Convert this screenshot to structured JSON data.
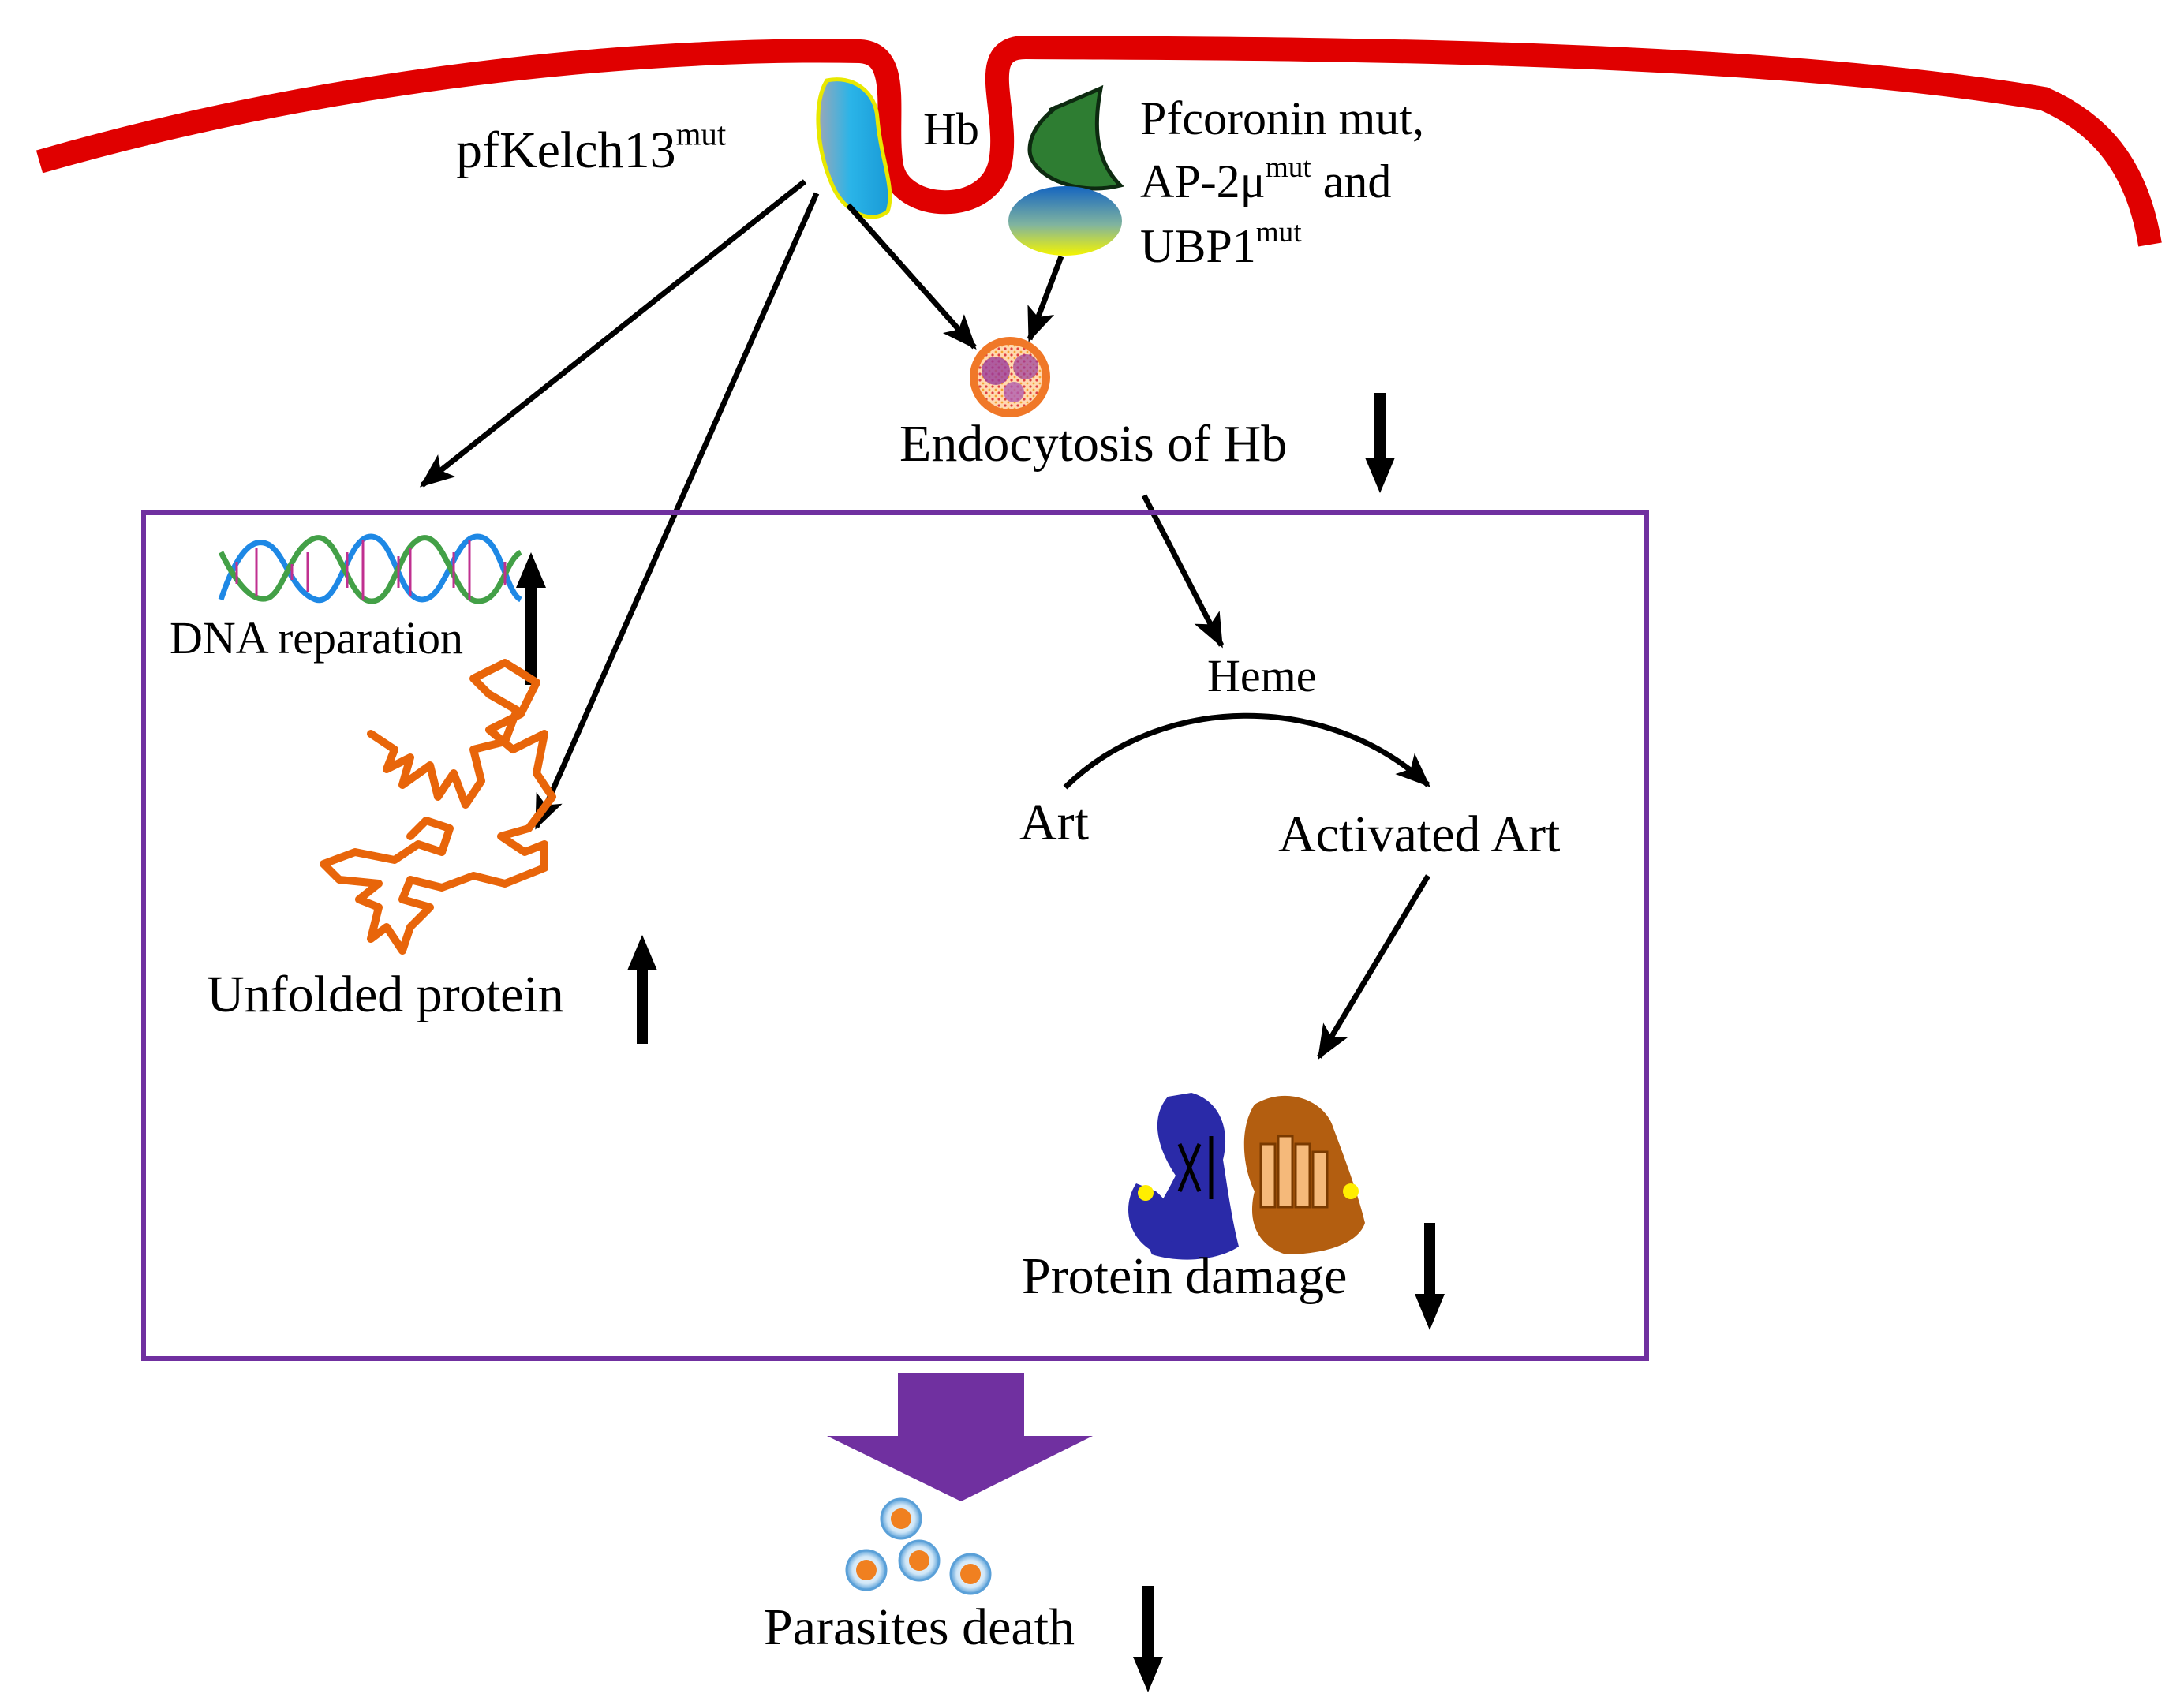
{
  "colors": {
    "membrane": "#e00000",
    "box_border": "#7030a0",
    "big_arrow": "#7030a0",
    "arrow": "#000000",
    "kelch_fill": "#2ab4e8",
    "coronin_fill": "#2e7d32",
    "ap2_top": "#1565c0",
    "ap2_bottom": "#f5f500",
    "dna_blue": "#1e88e5",
    "dna_green": "#43a047",
    "protein_orange": "#e8650a",
    "damaged_blue": "#2a2aa8",
    "damaged_brown": "#b35e10",
    "damaged_tan": "#f5b97a",
    "parasite_orange": "#f08020",
    "parasite_blue": "#5aa0d8",
    "vesicle_orange": "#f07828",
    "vesicle_purple": "#9b3c9b"
  },
  "labels": {
    "hb": "Hb",
    "kelch_main": "pfKelch13",
    "kelch_sup": "mut",
    "coronin_line1": "Pfcoronin mut,",
    "ap2_main": "AP-2μ",
    "ap2_sup": "mut",
    "ap2_tail": " and",
    "ubp1_main": "UBP1",
    "ubp1_sup": "mut",
    "endocytosis": "Endocytosis of Hb",
    "dna_reparation": "DNA reparation",
    "unfolded_protein": "Unfolded protein",
    "heme": "Heme",
    "art": "Art",
    "activated_art": "Activated Art",
    "protein_damage": "Protein damage",
    "parasites_death": "Parasites death"
  },
  "icons": {
    "endocytosis_trend": "down-arrow-icon",
    "dna_trend": "up-arrow-icon",
    "unfolded_trend": "up-arrow-icon",
    "damage_trend": "down-arrow-icon",
    "death_trend": "down-arrow-icon"
  }
}
